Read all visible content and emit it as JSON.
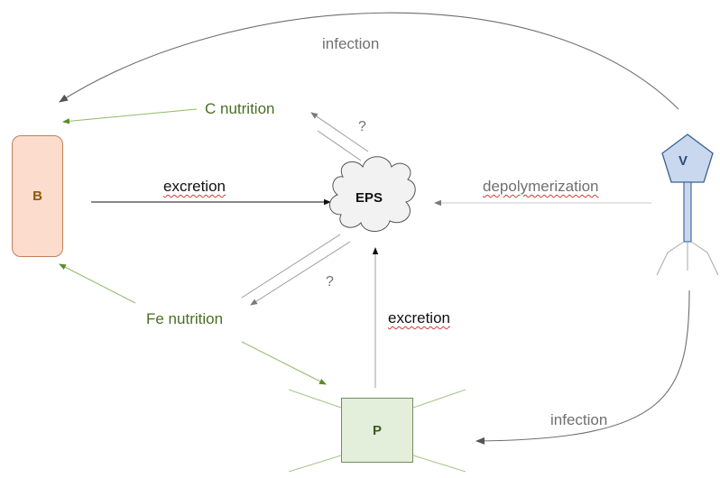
{
  "nodes": {
    "b": "B",
    "v": "V",
    "eps": "EPS",
    "p": "P"
  },
  "labels": {
    "infection_top": "infection",
    "c_nutrition": "C nutrition",
    "question_top": "?",
    "excretion_b": "excretion",
    "depolymerization": "depolymerization",
    "question_bottom": "?",
    "fe_nutrition": "Fe nutrition",
    "excretion_p": "excretion",
    "infection_bottom": "infection"
  },
  "colors": {
    "bacteria_fill": "#fbdccd",
    "bacteria_border": "#c0805c",
    "virus_fill": "#c9d8ef",
    "virus_border": "#3a5f95",
    "phyto_fill": "#e3efda",
    "phyto_border": "#6f8f5c",
    "nutrition_arrow": "#6a9a3a",
    "grey_arrow": "#8a8a8a"
  }
}
